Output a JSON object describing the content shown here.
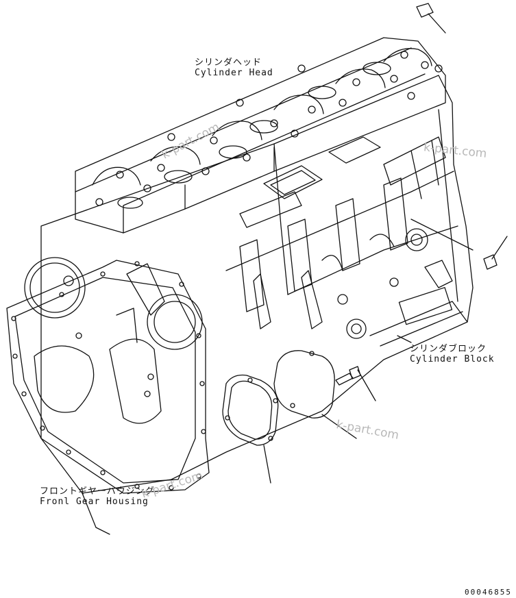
{
  "labels": {
    "cylinder_head": {
      "jp": "シリンダヘッド",
      "en": "Cylinder Head"
    },
    "cylinder_block": {
      "jp": "シリンダブロック",
      "en": "Cylinder Block"
    },
    "front_gear_housing": {
      "jp": "フロントギヤーハウジング",
      "en": "Fronl Gear Housing"
    }
  },
  "document_number": "00046855",
  "watermark": "k-part.com",
  "colors": {
    "line": "#111111",
    "watermark": "#b8b8b8",
    "background": "#ffffff"
  }
}
